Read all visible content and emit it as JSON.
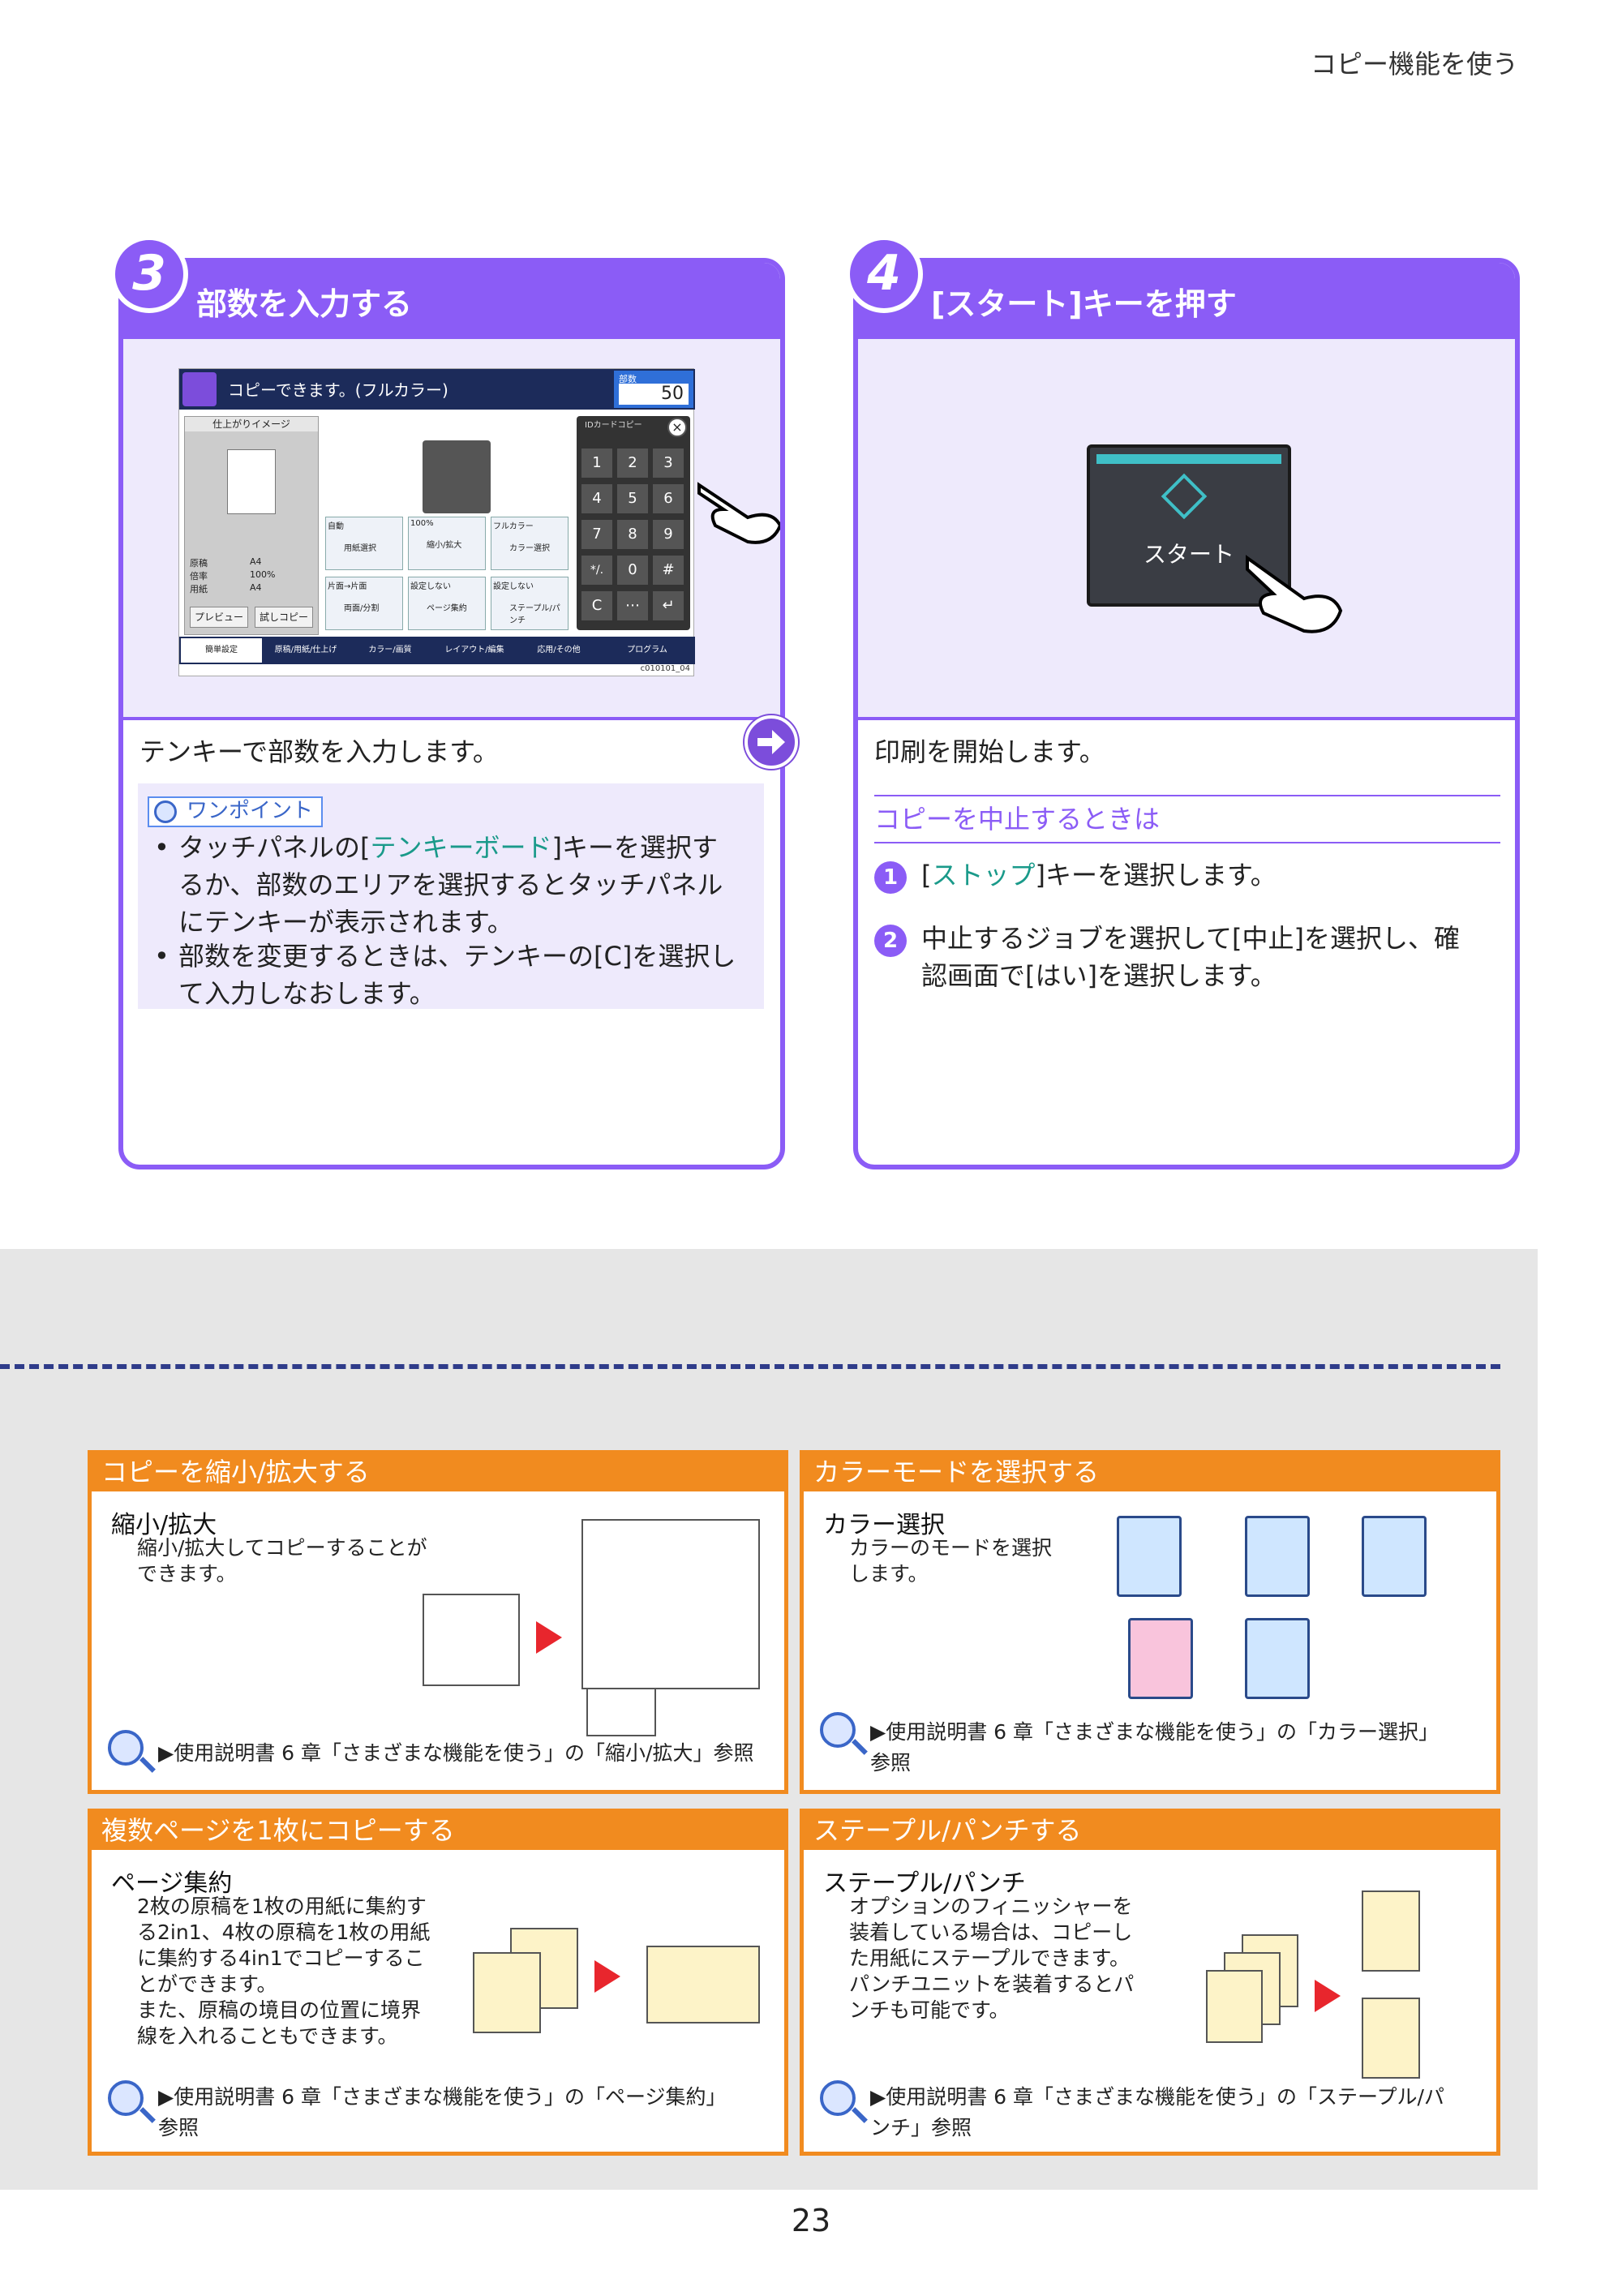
{
  "header": {
    "section_title": "コピー機能を使う"
  },
  "step3": {
    "number": "3",
    "title": "部数を入力する",
    "screen": {
      "status": "コピーできます。(フルカラー)",
      "copies_label": "部数",
      "copies_value": "50",
      "preview_label": "仕上がりイメージ",
      "idcard_label": "IDカードコピー",
      "preview_rows": [
        "原稿",
        "倍率",
        "用紙"
      ],
      "preview_values": [
        "A4",
        "100%",
        "A4"
      ],
      "preview_btn": "プレビュー",
      "trial_btn": "試しコピー",
      "funcs": [
        {
          "top": "自動",
          "label": "用紙選択"
        },
        {
          "top": "100%",
          "label": "縮小/拡大"
        },
        {
          "top": "フルカラー",
          "label": "カラー選択"
        },
        {
          "top": "片面→片面",
          "label": "両面/分割"
        },
        {
          "top": "設定しない",
          "label": "ページ集約"
        },
        {
          "top": "設定しない",
          "label": "ステープル/パンチ"
        }
      ],
      "keys": [
        "1",
        "2",
        "3",
        "4",
        "5",
        "6",
        "7",
        "8",
        "9",
        "*/.",
        "0",
        "#",
        "C",
        "⋯",
        "↵"
      ],
      "tabs": [
        "簡単設定",
        "原稿/用紙/仕上げ",
        "カラー/画質",
        "レイアウト/編集",
        "応用/その他",
        "プログラム"
      ],
      "code": "c010101_04"
    },
    "text": "テンキーで部数を入力します。",
    "onepoint_label": "ワンポイント",
    "tip1_a": "タッチパネルの[",
    "tip1_key": "テンキーボード",
    "tip1_b": "]キーを選択す",
    "tip1_c": "るか、部数のエリアを選択するとタッチパネル",
    "tip1_d": "にテンキーが表示されます。",
    "tip2_a": "部数を変更するときは、テンキーの[C]を選択し",
    "tip2_b": "て入力しなおします。"
  },
  "step4": {
    "number": "4",
    "title": "[スタート]キーを押す",
    "start_key": "スタート",
    "text": "印刷を開始します。",
    "stop_heading": "コピーを中止するときは",
    "item1_num": "1",
    "item1_a": "[",
    "item1_key": "ストップ",
    "item1_b": "]キーを選択します。",
    "item2_num": "2",
    "item2_a": "中止するジョブを選択して[中止]を選択し、確",
    "item2_b": "認画面で[はい]を選択します。"
  },
  "features": {
    "reduce": {
      "header": "コピーを縮小/拡大する",
      "name": "縮小/拡大",
      "desc1": "縮小/拡大してコピーすることが",
      "desc2": "できます。",
      "ref": "▶使用説明書 6 章「さまざまな機能を使う」の「縮小/拡大」参照"
    },
    "color": {
      "header": "カラーモードを選択する",
      "name": "カラー選択",
      "desc1": "カラーのモードを選択",
      "desc2": "します。",
      "ref1": "▶使用説明書 6 章「さまざまな機能を使う」の「カラー選択」",
      "ref2": "参照"
    },
    "combine": {
      "header": "複数ページを1枚にコピーする",
      "name": "ページ集約",
      "desc": [
        "2枚の原稿を1枚の用紙に集約す",
        "る2in1、4枚の原稿を1枚の用紙",
        "に集約する4in1でコピーするこ",
        "とができます。",
        "また、原稿の境目の位置に境界",
        "線を入れることもできます。"
      ],
      "ref1": "▶使用説明書 6 章「さまざまな機能を使う」の「ページ集約」",
      "ref2": "参照"
    },
    "staple": {
      "header": "ステープル/パンチする",
      "name": "ステープル/パンチ",
      "desc": [
        "オプションのフィニッシャーを",
        "装着している場合は、コピーし",
        "た用紙にステープルできます。",
        "パンチユニットを装着するとパ",
        "ンチも可能です。"
      ],
      "ref1": "▶使用説明書 6 章「さまざまな機能を使う」の「ステープル/パ",
      "ref2": "ンチ」参照"
    }
  },
  "page_number": "23",
  "colors": {
    "purple": "#8b5cf6",
    "lavender": "#eeeafc",
    "orange": "#f18b1f",
    "gray": "#e6e6e6"
  }
}
